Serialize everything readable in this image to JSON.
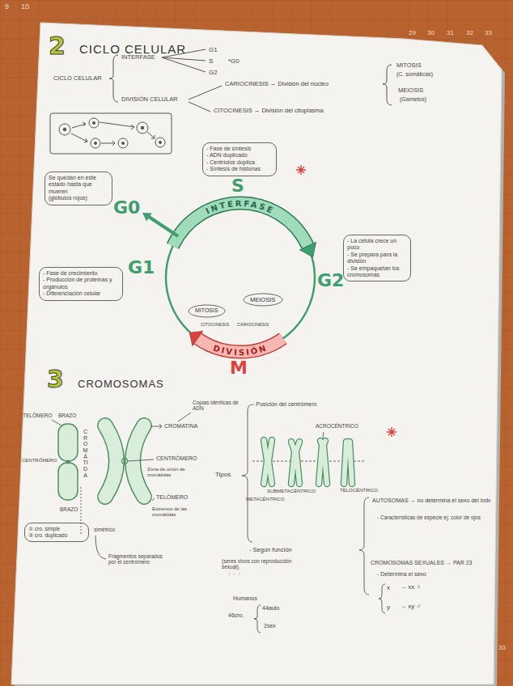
{
  "diagram": {
    "nodes": [
      {
        "text": [
          "- Fase de síntesis",
          "- ADN duplicado",
          "- Centriolos duplica",
          "- Síntesis de histonas"
        ]
      },
      {
        "text": [
          "Se quedan en este estado hasta que mueren",
          "(glóbulos rojos)"
        ]
      },
      {
        "text": [
          "- La célula crece un poco",
          "- Se prepara para la división",
          "- Se empaquetan los cromosomas"
        ]
      },
      {
        "text": [
          "- Fase de crecimiento",
          "- Producción de proteínas y orgánulos",
          "- Diferenciación celular"
        ]
      },
      {
        "text": [
          "MITOSIS"
        ]
      },
      {
        "text": [
          "MEIOSIS"
        ]
      },
      {
        "text": [
          "① cro. simple",
          "② cro. duplicado"
        ]
      }
    ],
    "labels": [
      "2",
      "CICLO CELULAR",
      "CICLO CELULAR",
      "INTERFASE",
      "G1",
      "S",
      "G2",
      "*G0",
      "DIVISIÓN CELULAR",
      "CARIOCINESIS → División del núcleo",
      "MITOSIS",
      "(C. somáticas)",
      "MEIOSIS",
      "(Gametos)",
      "CITOCINESIS → División del citoplasma",
      "S",
      "INTERFASE",
      "G0",
      "G1",
      "G2",
      "DIVISIÓN",
      "M",
      "CITOCINESIS",
      "CARIOCINESIS",
      "3",
      "CROMOSOMAS",
      "TELÓMERO",
      "BRAZO",
      "CENTRÓMERO",
      "BRAZO",
      "CROMÁTIDA",
      "simétrico",
      "Fragmentos separados por el centrómero",
      "CROMATINA",
      "Copias idénticas de ADN",
      "CENTRÓMERO",
      "Zona de unión de cromátidas",
      "TELÓMERO",
      "Extremos de las cromátidas",
      "Tipos",
      "- Posición del centrómero",
      "ACROCÉNTRICO",
      "SUBMETACÉNTRICO",
      "METACÉNTRICO",
      "TELOCÉNTRICO",
      "- Según función",
      "(seres vivos con reproducción sexual)",
      "Humanos",
      "46cro.",
      "44auto",
      "2sex",
      "AUTOSOMAS → no determina el sexo del indv",
      "- Características de especie ej: color de ojos",
      "CROMOSOMAS SEXUALES → PAR 23",
      "- Determina el sexo",
      "x",
      "y",
      "→ xx ♀",
      "→ xy ♂",
      "9",
      "10",
      "29",
      "30",
      "31",
      "32",
      "33",
      "33"
    ]
  }
}
